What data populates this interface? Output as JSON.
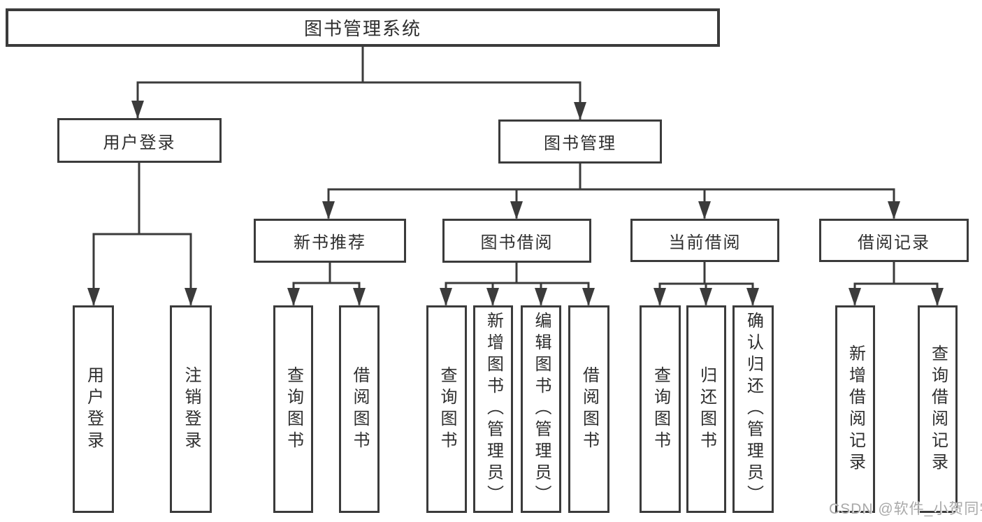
{
  "tree": {
    "label": "图书管理系统",
    "children": [
      {
        "label": "用户登录",
        "children": [
          {
            "label": "用户登录"
          },
          {
            "label": "注销登录"
          }
        ]
      },
      {
        "label": "图书管理",
        "children": [
          {
            "label": "新书推荐",
            "children": [
              {
                "label": "查询图书"
              },
              {
                "label": "借阅图书"
              }
            ]
          },
          {
            "label": "图书借阅",
            "children": [
              {
                "label": "查询图书"
              },
              {
                "label": "新增图书（管理员）"
              },
              {
                "label": "编辑图书（管理员）"
              },
              {
                "label": "借阅图书"
              }
            ]
          },
          {
            "label": "当前借阅",
            "children": [
              {
                "label": "查询图书"
              },
              {
                "label": "归还图书"
              },
              {
                "label": "确认归还（管理员）"
              }
            ]
          },
          {
            "label": "借阅记录",
            "children": [
              {
                "label": "新增借阅记录"
              },
              {
                "label": "查询借阅记录"
              }
            ]
          }
        ]
      }
    ]
  },
  "watermark": "CSDN @软件_小贺同学",
  "colors": {
    "line": "#3b3b3b",
    "text": "#2e2e2e",
    "watermark": "#a9a9a9",
    "background": "#ffffff"
  }
}
